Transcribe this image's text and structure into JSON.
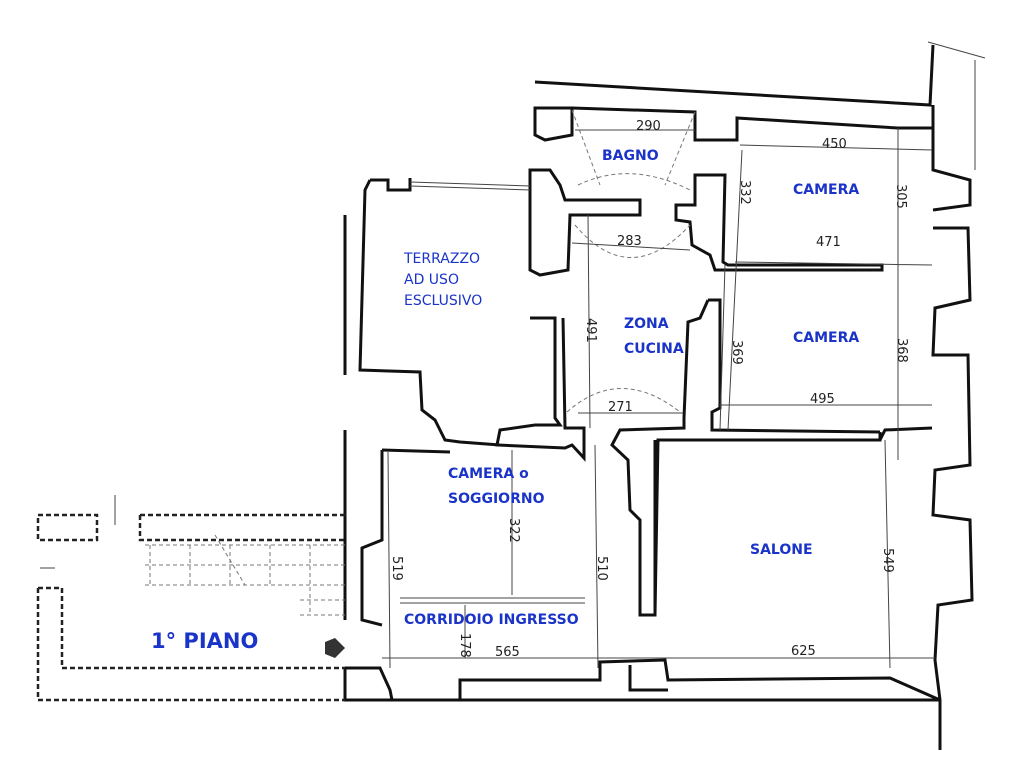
{
  "floor_label": "1° PIANO",
  "rooms": {
    "bagno": "BAGNO",
    "camera_1": "CAMERA",
    "camera_2": "CAMERA",
    "zona_cucina": [
      "ZONA",
      "CUCINA"
    ],
    "terrazzo": [
      "TERRAZZO",
      "AD USO",
      "ESCLUSIVO"
    ],
    "camera_soggiorno": [
      "CAMERA o",
      "SOGGIORNO"
    ],
    "salone": "SALONE",
    "corridoio": "CORRIDOIO INGRESSO"
  },
  "dimensions": {
    "bagno_width": "290",
    "camera1_width": "450",
    "camera1_left_height": "332",
    "camera1_right_height": "305",
    "passage_width": "283",
    "camera1_bottom_width": "471",
    "cucina_height": "491",
    "camera2_left_height": "369",
    "camera2_right_height": "368",
    "cucina_width": "271",
    "camera2_width": "495",
    "soggiorno_height": "322",
    "soggiorno_left_height": "519",
    "corridor_height": "510",
    "salone_height": "549",
    "corridoio_height": "178",
    "bottom_left_width": "565",
    "salone_width": "625"
  }
}
